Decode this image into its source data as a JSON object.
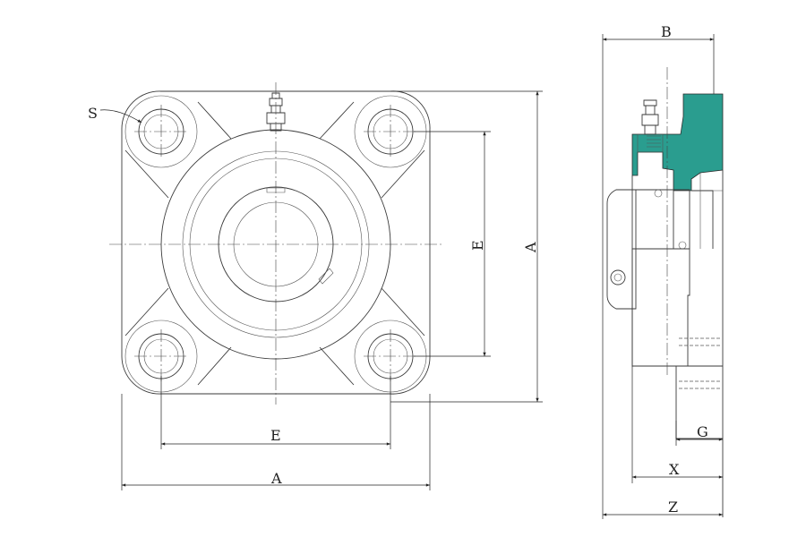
{
  "front_view": {
    "label_s": "S",
    "label_e_horizontal": "E",
    "label_e_vertical": "E",
    "label_a_horizontal": "A",
    "label_a_vertical": "A"
  },
  "side_view": {
    "label_b": "B",
    "label_g": "G",
    "label_x": "X",
    "label_z": "Z"
  },
  "colors": {
    "section_fill": "#2a9d8f",
    "line": "#3a3a3a"
  }
}
